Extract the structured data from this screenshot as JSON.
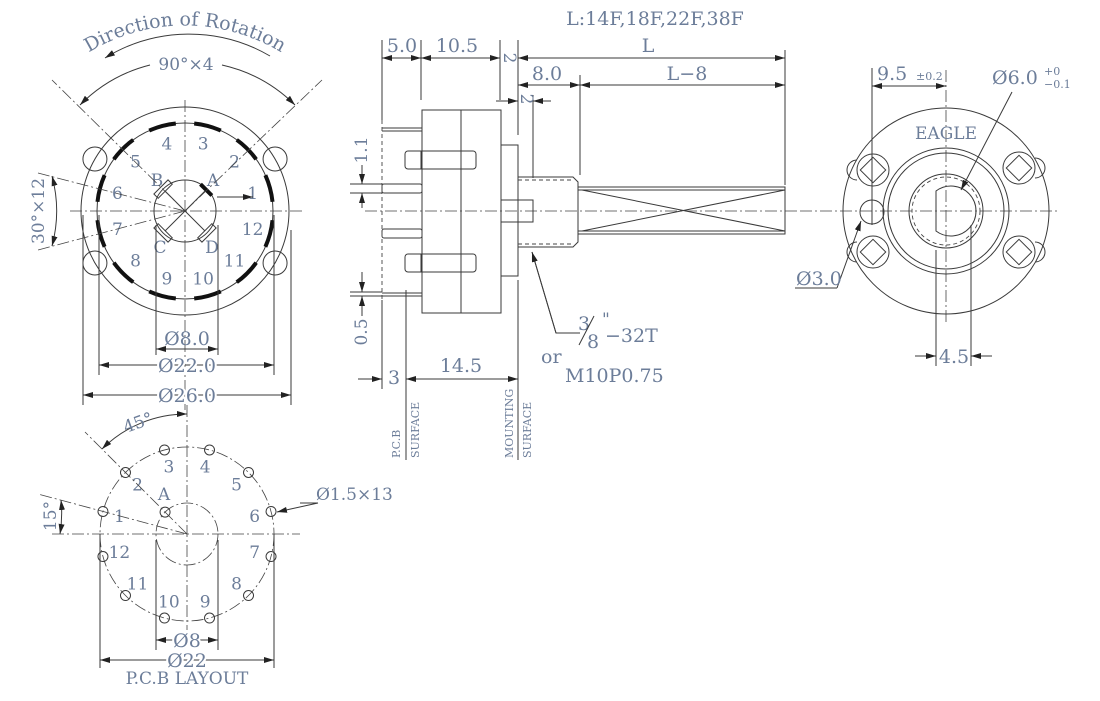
{
  "top_view": {
    "rotation_label": "Direction of Rotation",
    "angle_label": "90°×4",
    "step_label": "30°×12",
    "contacts": [
      "1",
      "2",
      "3",
      "4",
      "5",
      "6",
      "7",
      "8",
      "9",
      "10",
      "11",
      "12"
    ],
    "commons": [
      "A",
      "B",
      "C",
      "D"
    ],
    "dim_inner": "Ø8.0",
    "dim_mid": "Ø22.0",
    "dim_outer": "Ø26.0"
  },
  "side_view": {
    "length_options": "L:14F,18F,22F,38F",
    "dim_5": "5.0",
    "dim_10_5": "10.5",
    "dim_2a": "2",
    "dim_L": "L",
    "dim_8": "8.0",
    "dim_L8": "L−8",
    "dim_2b": "2",
    "dim_1_1": "1.1",
    "dim_0_5": "0.5",
    "dim_3": "3",
    "dim_14_5": "14.5",
    "pcb_surface_1": "P.C.B",
    "pcb_surface_2": "SURFACE",
    "mount_surface_1": "MOUNTING",
    "mount_surface_2": "SURFACE",
    "thread_num": "3",
    "thread_den": "8",
    "thread_inch": "\"",
    "thread_rest": "−32T",
    "thread_or": "or",
    "thread_metric": "M10P0.75"
  },
  "front_view": {
    "brand": "EAGLE",
    "dim_9_5": "9.5",
    "dim_9_5_tol": "±0.2",
    "dim_shaft": "Ø6.0",
    "dim_shaft_tol_up": "+0",
    "dim_shaft_tol_dn": "−0.1",
    "dim_hole": "Ø3.0",
    "dim_flat": "4.5"
  },
  "pcb_layout": {
    "title": "P.C.B LAYOUT",
    "angle_45": "45°",
    "angle_15": "15°",
    "hole_label": "Ø1.5×13",
    "pins": [
      "1",
      "2",
      "3",
      "4",
      "5",
      "6",
      "7",
      "8",
      "9",
      "10",
      "11",
      "12"
    ],
    "common": "A",
    "dim_inner": "Ø8",
    "dim_outer": "Ø22"
  }
}
